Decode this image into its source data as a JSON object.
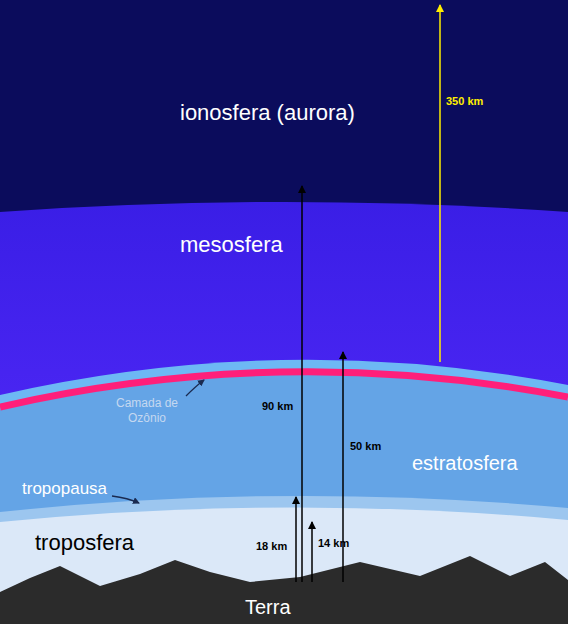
{
  "diagram": {
    "nodes": [
      {
        "text": [
          "ionosfera (aurora)"
        ]
      },
      {
        "text": [
          "mesosfera"
        ]
      },
      {
        "text": [
          "estratosfera"
        ]
      },
      {
        "text": [
          "troposfera"
        ]
      },
      {
        "text": [
          "Terra"
        ]
      }
    ],
    "labels": [
      "350 km",
      "Camada de Ozônio",
      "90 km",
      "50 km",
      "tropopausa",
      "18 km",
      "14 km"
    ]
  }
}
